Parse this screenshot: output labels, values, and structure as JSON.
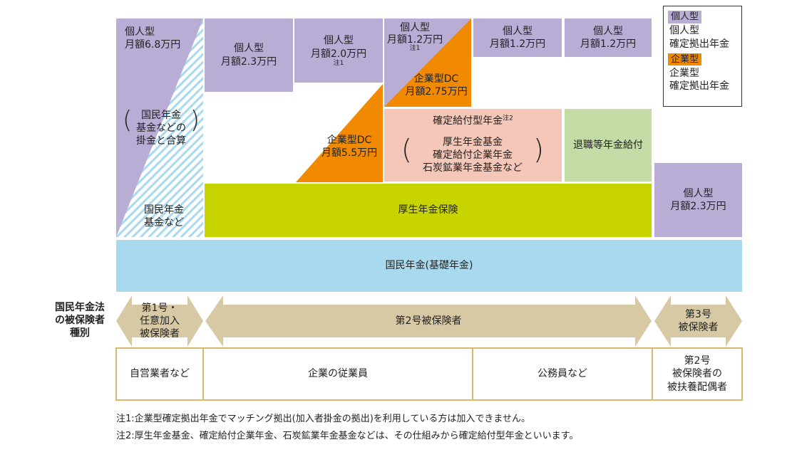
{
  "legend": {
    "individual_tag": "個人型",
    "individual_desc": "個人型\n確定拠出年金",
    "corporate_tag": "企業型",
    "corporate_desc": "企業型\n確定拠出年金",
    "individual_color": "#b9add6",
    "corporate_color": "#f18a00"
  },
  "col1": {
    "individual": "個人型\n月額6.8万円",
    "fund_bracket": "国民年金\n基金などの\n掛金と合算",
    "fund": "国民年金\n基金など"
  },
  "col2": {
    "individual": "個人型\n月額2.3万円"
  },
  "col3": {
    "individual": "個人型\n月額2.0万円",
    "individual_note": "注1",
    "corporate": "企業型DC\n月額5.5万円"
  },
  "col4": {
    "individual": "個人型\n月額1.2万円",
    "individual_note": "注1",
    "corporate": "企業型DC\n月額2.75万円"
  },
  "col5": {
    "individual": "個人型\n月額1.2万円"
  },
  "col6": {
    "individual": "個人型\n月額1.2万円"
  },
  "col7": {
    "individual": "個人型\n月額2.3万円"
  },
  "db": {
    "title": "確定給付型年金",
    "note": "注2",
    "items": "厚生年金基金\n確定給付企業年金\n石炭鉱業年金基金など"
  },
  "retirement": "退職等年金給付",
  "kosei": "厚生年金保険",
  "kokumin": "国民年金(基礎年金)",
  "insured_category_label": "国民年金法\nの被保険者\n種別",
  "arrows": {
    "type1": "第1号・\n任意加入\n被保険者",
    "type2": "第2号被保険者",
    "type3": "第3号\n被保険者"
  },
  "categories": {
    "self_employed": "自営業者など",
    "employees": "企業の従業員",
    "civil_servants": "公務員など",
    "dependents": "第2号\n被保険者の\n被扶養配偶者"
  },
  "notes": [
    "注1:企業型確定拠出年金でマッチング拠出(加入者掛金の拠出)を利用している方は加入できません。",
    "注2:厚生年金基金、確定給付企業年金、石炭鉱業年金基金などは、その仕組みから確定給付型年金といいます。"
  ],
  "colors": {
    "lavender": "#b9add6",
    "orange": "#f18a00",
    "pink": "#f5c7b8",
    "green_light": "#c4dba6",
    "kosei_green": "#c8d400",
    "kokumin_blue": "#a9d9ee",
    "tan": "#d8c9a5",
    "gold": "#d9b86a"
  }
}
